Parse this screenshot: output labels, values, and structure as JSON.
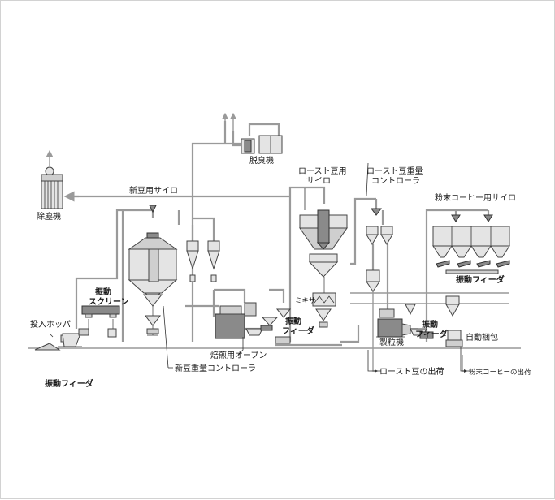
{
  "labels": {
    "dust_collector": "除塵機",
    "green_silo": "新豆用サイロ",
    "deodorizer": "脱臭機",
    "roasted_silo_line1": "ロースト豆用",
    "roasted_silo_line2": "サイロ",
    "roasted_weigh_line1": "ロースト豆重量",
    "roasted_weigh_line2": "コントローラ",
    "ground_silo": "粉末コーヒー用サイロ",
    "vib_screen_line1": "振動",
    "vib_screen_line2": "スクリーン",
    "hopper": "投入ホッパ",
    "vib_feeder_left": "振動フィーダ",
    "roaster": "焙煎用オーブン",
    "green_weigh": "新豆重量コントローラ",
    "mixer": "ミキサ",
    "vib_feeder_mid_line1": "振動",
    "vib_feeder_mid_line2": "フィーダ",
    "granulator": "製粒機",
    "vib_feeder_right_line1": "振動",
    "vib_feeder_right_line2": "フィーダ",
    "vib_feeder_top": "振動フィーダ",
    "auto_pack": "自動梱包",
    "roasted_out": "ロースト豆の出荷",
    "ground_out": "粉末コーヒーの出荷"
  },
  "colors": {
    "pipe": "#9a9a9a",
    "equipment": "#cfcfcf",
    "equipment_dark": "#8a8a8a",
    "line": "#333333"
  }
}
